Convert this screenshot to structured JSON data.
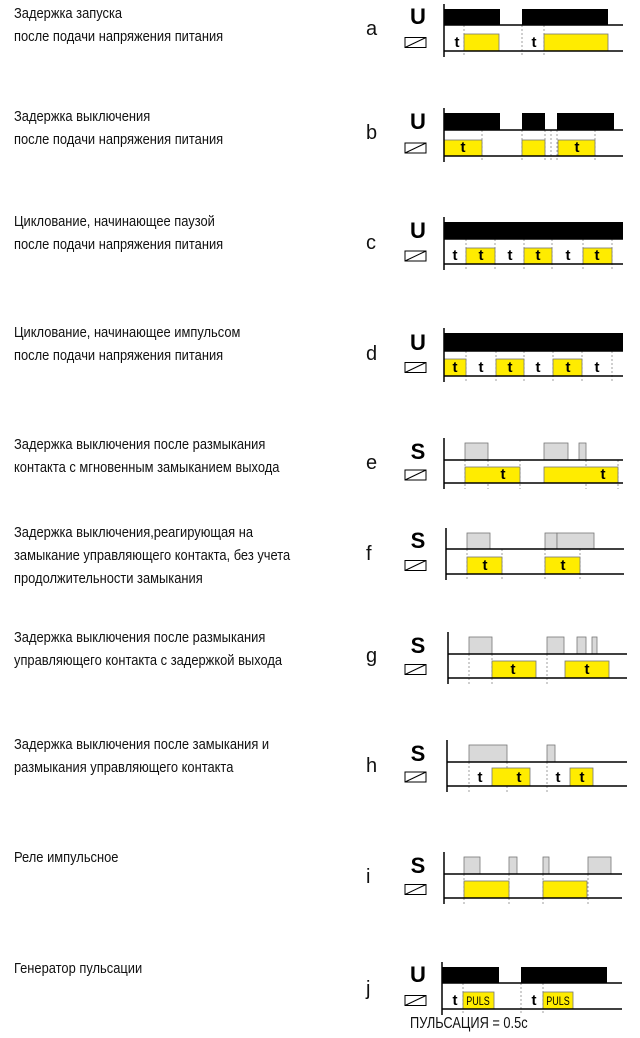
{
  "colors": {
    "supply": "#000000",
    "control": "#d9d9d9",
    "output": "#ffec00",
    "line": "#000000"
  },
  "rows": [
    {
      "id": "a",
      "letter": "a",
      "lines": [
        "Задержка запуска",
        "после подачи напряжения питания"
      ],
      "signal": "U",
      "coil_icon": "relay-coil-icon",
      "labels": [
        "t",
        "t"
      ]
    },
    {
      "id": "b",
      "letter": "b",
      "lines": [
        "Задержка выключения",
        "после подачи напряжения питания"
      ],
      "signal": "U",
      "coil_icon": "relay-coil-icon",
      "labels": [
        "t",
        "t"
      ]
    },
    {
      "id": "c",
      "letter": "c",
      "lines": [
        "Циклование, начинающее паузой",
        "после подачи напряжения питания"
      ],
      "signal": "U",
      "coil_icon": "relay-coil-icon",
      "labels": [
        "t",
        "t",
        "t",
        "t",
        "t",
        "t"
      ]
    },
    {
      "id": "d",
      "letter": "d",
      "lines": [
        "Циклование, начинающее импульсом",
        "после подачи напряжения питания"
      ],
      "signal": "U",
      "coil_icon": "relay-coil-icon",
      "labels": [
        "t",
        "t",
        "t",
        "t",
        "t",
        "t"
      ]
    },
    {
      "id": "e",
      "letter": "e",
      "lines": [
        "Задержка выключения после размыкания",
        "контакта с мгновенным замыканием выхода"
      ],
      "signal": "S",
      "coil_icon": "relay-coil-icon",
      "labels": [
        "t",
        "t"
      ]
    },
    {
      "id": "f",
      "letter": "f",
      "lines": [
        "Задержка выключения,реагирующая на",
        "замыкание управляющего контакта, без учета",
        "продолжительности замыкания"
      ],
      "signal": "S",
      "coil_icon": "relay-coil-icon",
      "labels": [
        "t",
        "t"
      ]
    },
    {
      "id": "g",
      "letter": "g",
      "lines": [
        "Задержка выключения после размыкания",
        "управляющего контакта с задержкой выхода"
      ],
      "signal": "S",
      "coil_icon": "relay-coil-icon",
      "labels": [
        "t",
        "t"
      ]
    },
    {
      "id": "h",
      "letter": "h",
      "lines": [
        "Задержка выключения после замыкания и",
        "размыкания управляющего контакта"
      ],
      "signal": "S",
      "coil_icon": "relay-coil-icon",
      "labels": [
        "t",
        "t",
        "t",
        "t"
      ]
    },
    {
      "id": "i",
      "letter": "i",
      "lines": [
        "Реле импульсное"
      ],
      "signal": "S",
      "coil_icon": "relay-coil-icon",
      "labels": []
    },
    {
      "id": "j",
      "letter": "j",
      "lines": [
        "Генератор пульсации"
      ],
      "signal": "U",
      "coil_icon": "relay-coil-icon",
      "labels": [
        "t",
        "PULS",
        "t",
        "PULS"
      ]
    }
  ],
  "caption": "ПУЛЬСАЦИЯ = 0.5с"
}
